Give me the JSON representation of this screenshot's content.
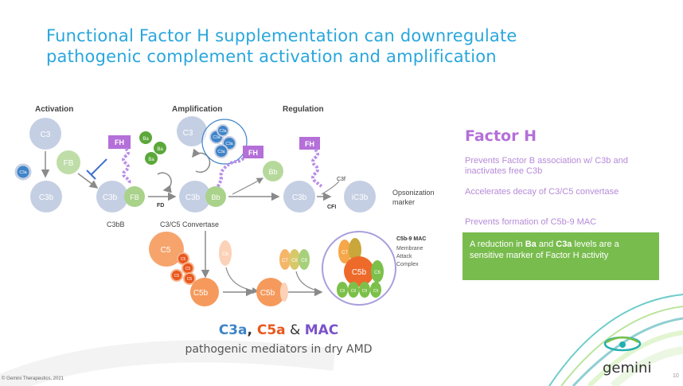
{
  "slide": {
    "title_line1": "Functional Factor H supplementation can downregulate",
    "title_line2": "pathogenic complement activation and amplification"
  },
  "stages": {
    "activation": "Activation",
    "amplification": "Amplification",
    "regulation": "Regulation"
  },
  "molecules": {
    "c3": "C3",
    "c3a": "C3a",
    "fb": "FB",
    "c3b": "C3b",
    "fh": "FH",
    "ba": "Ba",
    "bb": "Bb",
    "fd": "FD",
    "c3f": "C3f",
    "cfi": "CFI",
    "ic3b": "iC3b",
    "c5": "C5",
    "c5b": "C5b",
    "c6": "C6",
    "c7": "C7",
    "c8": "C8",
    "c9": "C9"
  },
  "labels": {
    "c3bb": "C3bB",
    "convertase": "C3/C5 Convertase",
    "opsonization_1": "Opsonization",
    "opsonization_2": "marker",
    "mac_title": "C5b-9 MAC",
    "mac_line1": "Membrane",
    "mac_line2": "Attack",
    "mac_line3": "Complex"
  },
  "factor_h_panel": {
    "heading": "Factor H",
    "points": [
      "Prevents Factor B association w/ C3b and inactivates free C3b",
      "Accelerates decay of C3/C5 convertase",
      "Prevents formation of C5b-9 MAC"
    ],
    "callout_prefix": "A reduction in ",
    "callout_ba": "Ba",
    "callout_and": " and ",
    "callout_c3a": "C3a",
    "callout_suffix": " levels are a sensitive marker of Factor H activity"
  },
  "footer": {
    "c3a": "C3a",
    "sep1": ", ",
    "c5a": "C5a",
    "sep2": " & ",
    "mac": "MAC",
    "subtitle": "pathogenic mediators in dry AMD",
    "copyright": "© Gemini Therapeutics, 2021",
    "brand": "gemini",
    "page_number": "10"
  },
  "colors": {
    "title": "#29a6dc",
    "c3_gray": "#c5cfe3",
    "factor_b_green": "#a9d28a",
    "factor_h_purple": "#b46fd8",
    "c3a_blue": "#3f84c8",
    "ba_green": "#5ba83a",
    "c5_orange": "#f59a5c",
    "c5a_orange": "#e8571d",
    "mac_green": "#7cc04a",
    "mac_ring": "#a89fdc",
    "callout": "#79bc4e",
    "arrow_gray": "#8a8a8a",
    "swirl_teal": "#23aeb0"
  },
  "icons": [
    "gemini-logo-icon",
    "swirl-decoration-icon"
  ]
}
